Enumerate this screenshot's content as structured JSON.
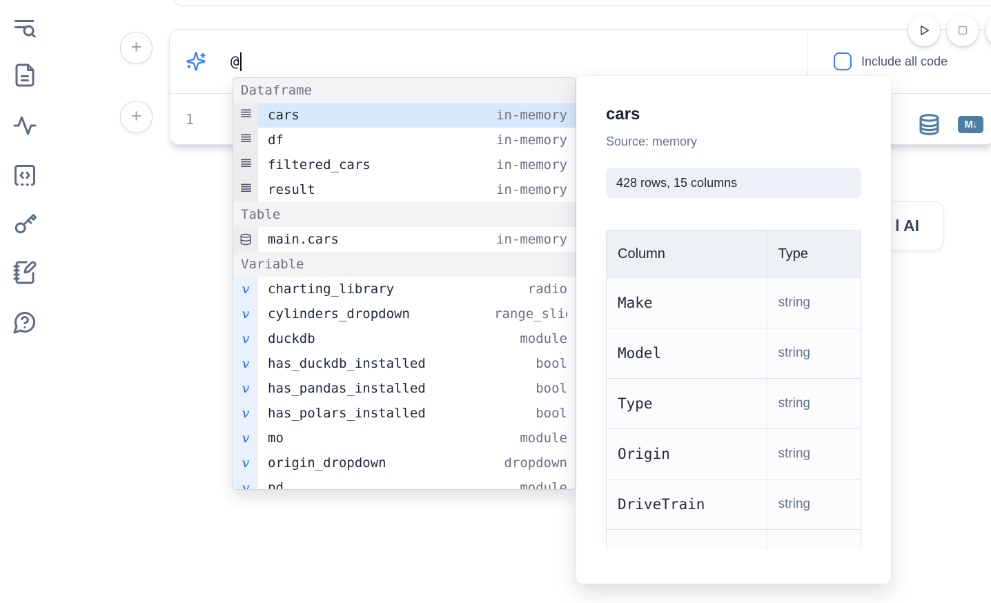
{
  "colors": {
    "accent_blue": "#3b82f6",
    "selection_blue": "#d8e9fb",
    "steel_icon_blue": "#4e7ea3",
    "variable_blue": "#2563eb"
  },
  "sidebar": {
    "icons": [
      "text-search-icon",
      "file-document-icon",
      "activity-icon",
      "code-snippets-icon",
      "key-icon",
      "scratchpad-icon",
      "help-icon"
    ]
  },
  "cell_toolbar": {
    "run_icon": "play-icon",
    "stop_icon": "square-stop-icon"
  },
  "ai_prompt": {
    "value": "@",
    "sparkle_icon": "sparkles-icon",
    "include_all_code": {
      "label": "Include all code",
      "checked": false
    }
  },
  "code_cell": {
    "line_number": "1",
    "actions": [
      "database-icon",
      "markdown-icon"
    ],
    "markdown_badge": "M↓"
  },
  "gen_ai_button": {
    "visible_label": "l AI"
  },
  "autocomplete": {
    "sections": [
      {
        "label": "Dataframe",
        "kind": "dataframe",
        "items": [
          {
            "name": "cars",
            "type": "in-memory",
            "selected": true
          },
          {
            "name": "df",
            "type": "in-memory"
          },
          {
            "name": "filtered_cars",
            "type": "in-memory"
          },
          {
            "name": "result",
            "type": "in-memory"
          }
        ]
      },
      {
        "label": "Table",
        "kind": "table",
        "items": [
          {
            "name": "main.cars",
            "type": "in-memory"
          }
        ]
      },
      {
        "label": "Variable",
        "kind": "variable",
        "items": [
          {
            "name": "charting_library",
            "type": "radio"
          },
          {
            "name": "cylinders_dropdown",
            "type": "range_slider"
          },
          {
            "name": "duckdb",
            "type": "module"
          },
          {
            "name": "has_duckdb_installed",
            "type": "bool"
          },
          {
            "name": "has_pandas_installed",
            "type": "bool"
          },
          {
            "name": "has_polars_installed",
            "type": "bool"
          },
          {
            "name": "mo",
            "type": "module"
          },
          {
            "name": "origin_dropdown",
            "type": "dropdown"
          },
          {
            "name": "pd",
            "type": "module"
          }
        ]
      }
    ]
  },
  "preview": {
    "title": "cars",
    "source": "Source: memory",
    "shape_badge": "428 rows, 15 columns",
    "table": {
      "headers": [
        "Column",
        "Type"
      ],
      "rows": [
        [
          "Make",
          "string"
        ],
        [
          "Model",
          "string"
        ],
        [
          "Type",
          "string"
        ],
        [
          "Origin",
          "string"
        ],
        [
          "DriveTrain",
          "string"
        ]
      ]
    }
  }
}
